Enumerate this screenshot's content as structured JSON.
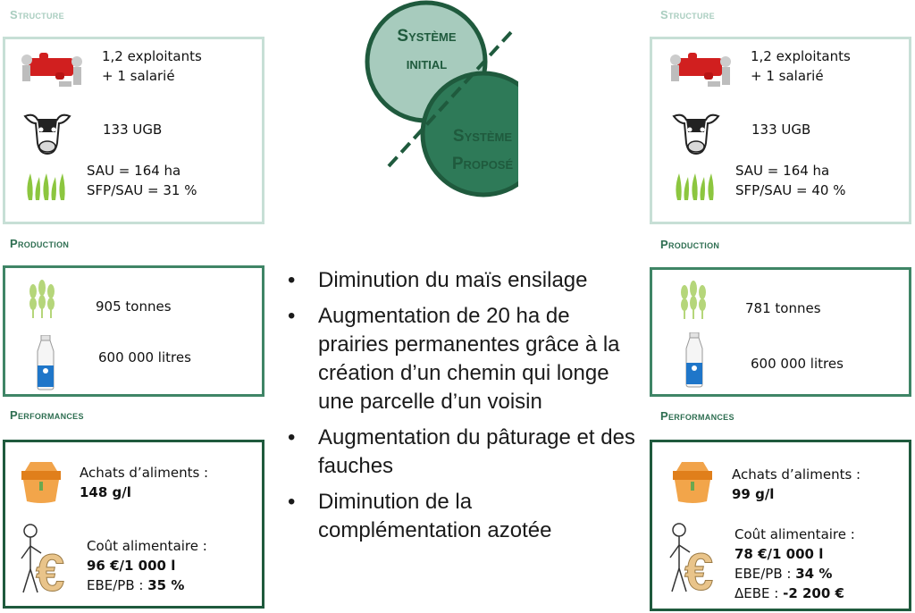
{
  "colors": {
    "light_green": "#c7dfd6",
    "mid_green": "#3f8566",
    "dark_green": "#1f5a3d",
    "circle_initial": "#a7cbbd",
    "circle_propose": "#2e7a58"
  },
  "header": {
    "initial_l1": "Système",
    "initial_l2": "initial",
    "propose_l1": "Système",
    "propose_l2": "Proposé"
  },
  "left": {
    "structure_title": "Structure",
    "workers_l1": "1,2 exploitants",
    "workers_l2": "+ 1 salarié",
    "ugb": "133 UGB",
    "sau": "SAU = 164 ha",
    "sfp": "SFP/SAU = 31 %",
    "production_title": "Production",
    "tonnes": "905 tonnes",
    "litres": "600 000 litres",
    "performances_title": "Performances",
    "achats_label": "Achats d’aliments :",
    "achats_value": "148 g/l",
    "cout_label": "Coût alimentaire :",
    "cout_value": "96 €/1 000 l",
    "ebe_label": "EBE/PB : ",
    "ebe_value": "35 %"
  },
  "right": {
    "structure_title": "Structure",
    "workers_l1": "1,2 exploitants",
    "workers_l2": "+ 1 salarié",
    "ugb": "133 UGB",
    "sau": "SAU = 164 ha",
    "sfp": "SFP/SAU = 40 %",
    "production_title": "Production",
    "tonnes": "781 tonnes",
    "litres": "600 000 litres",
    "performances_title": "Performances",
    "achats_label": "Achats d’aliments :",
    "achats_value": "99 g/l",
    "cout_label": "Coût alimentaire :",
    "cout_value": "78 €/1 000 l",
    "ebe_label": "EBE/PB : ",
    "ebe_value": "34 %",
    "debe_label": "ΔEBE : ",
    "debe_value": "-2 200 €"
  },
  "bullets": [
    "Diminution du maïs ensilage",
    "Augmentation de 20 ha de prairies permanentes grâce à la création d’un chemin qui longe une parcelle d’un voisin",
    "Augmentation du pâturage et des fauches",
    "Diminution de la complémentation azotée"
  ],
  "icons": {
    "workers": "puzzle-workers-icon",
    "cow": "cow-icon",
    "grass": "grass-icon",
    "wheat": "wheat-icon",
    "milk": "milk-bottle-icon",
    "feed": "feed-sack-icon",
    "euro": "euro-person-icon"
  }
}
